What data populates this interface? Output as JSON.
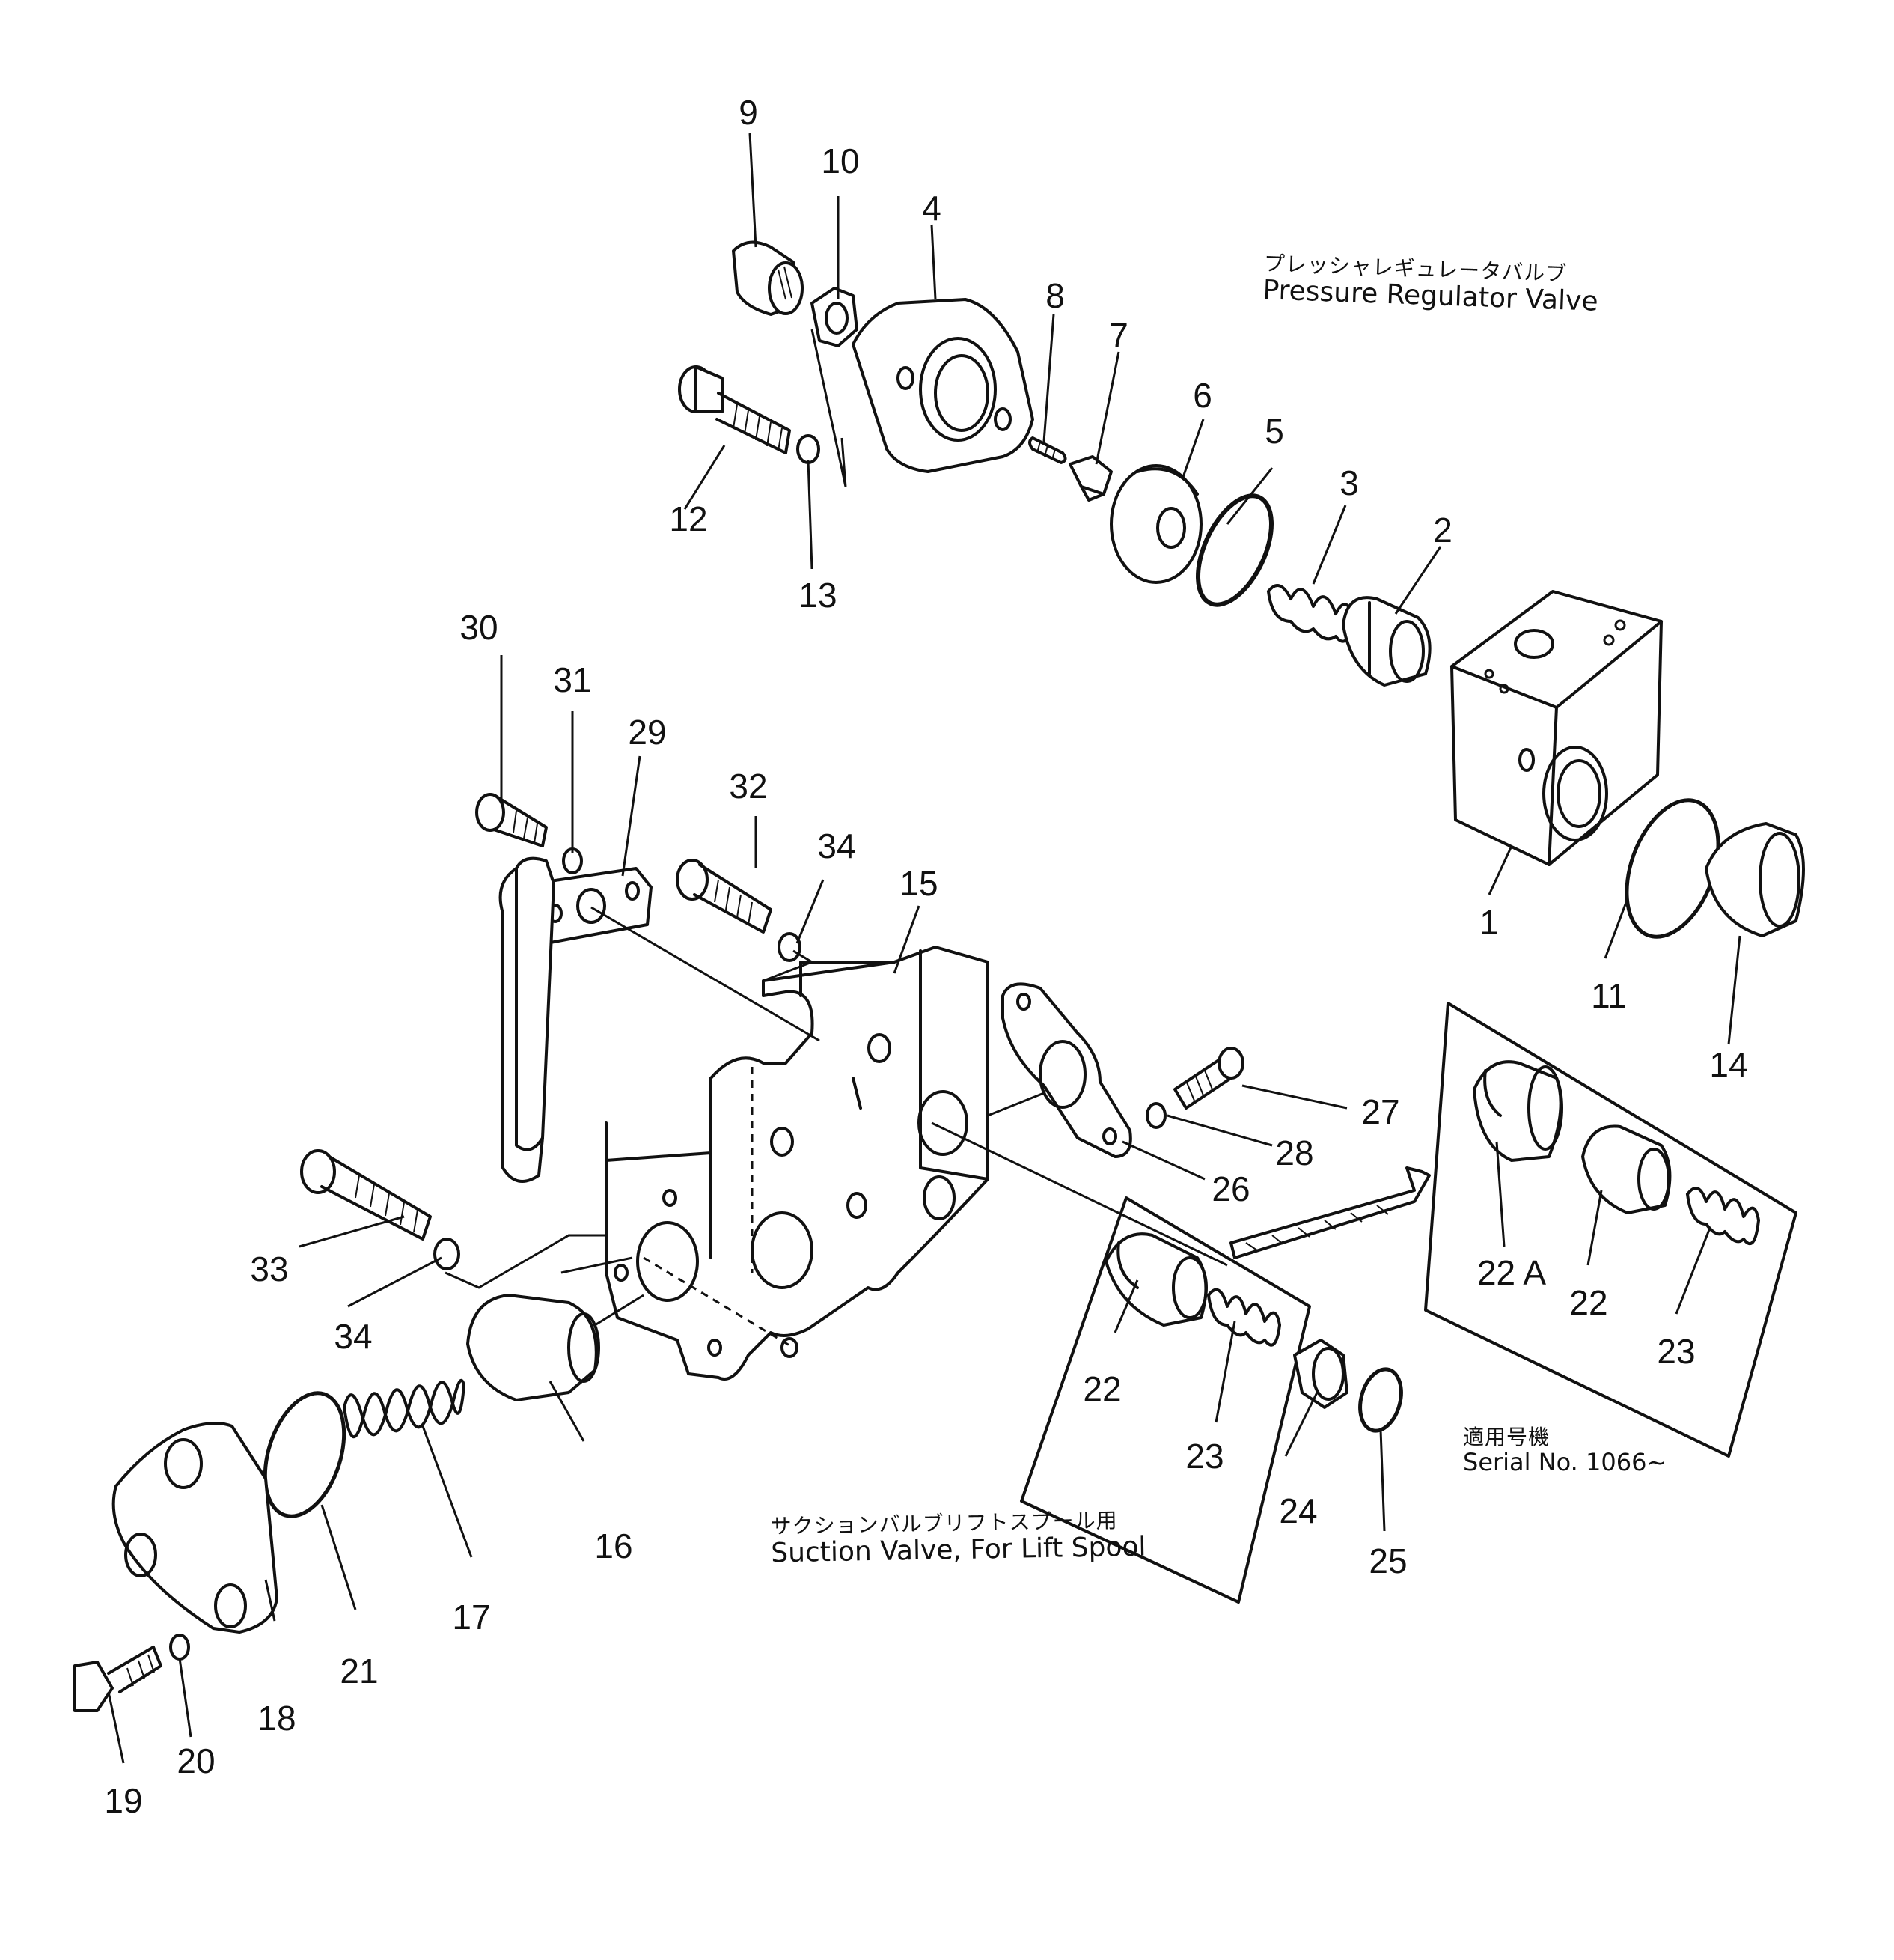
{
  "captions": {
    "pressure_regulator_jp": "プレッシャレギュレータバルブ",
    "pressure_regulator_en": "Pressure Regulator Valve",
    "suction_valve_jp": "サクションバルブリフトスプール用",
    "suction_valve_en": "Suction Valve, For Lift Spool",
    "serial_jp": "適用号機",
    "serial_en": "Serial No. 1066~"
  },
  "callouts": [
    "1",
    "2",
    "3",
    "4",
    "5",
    "6",
    "7",
    "8",
    "9",
    "10",
    "11",
    "12",
    "13",
    "14",
    "15",
    "16",
    "17",
    "18",
    "19",
    "20",
    "21",
    "22",
    "22",
    "22 A",
    "23",
    "23",
    "24",
    "25",
    "26",
    "27",
    "28",
    "29",
    "30",
    "31",
    "32",
    "33",
    "34",
    "34"
  ]
}
